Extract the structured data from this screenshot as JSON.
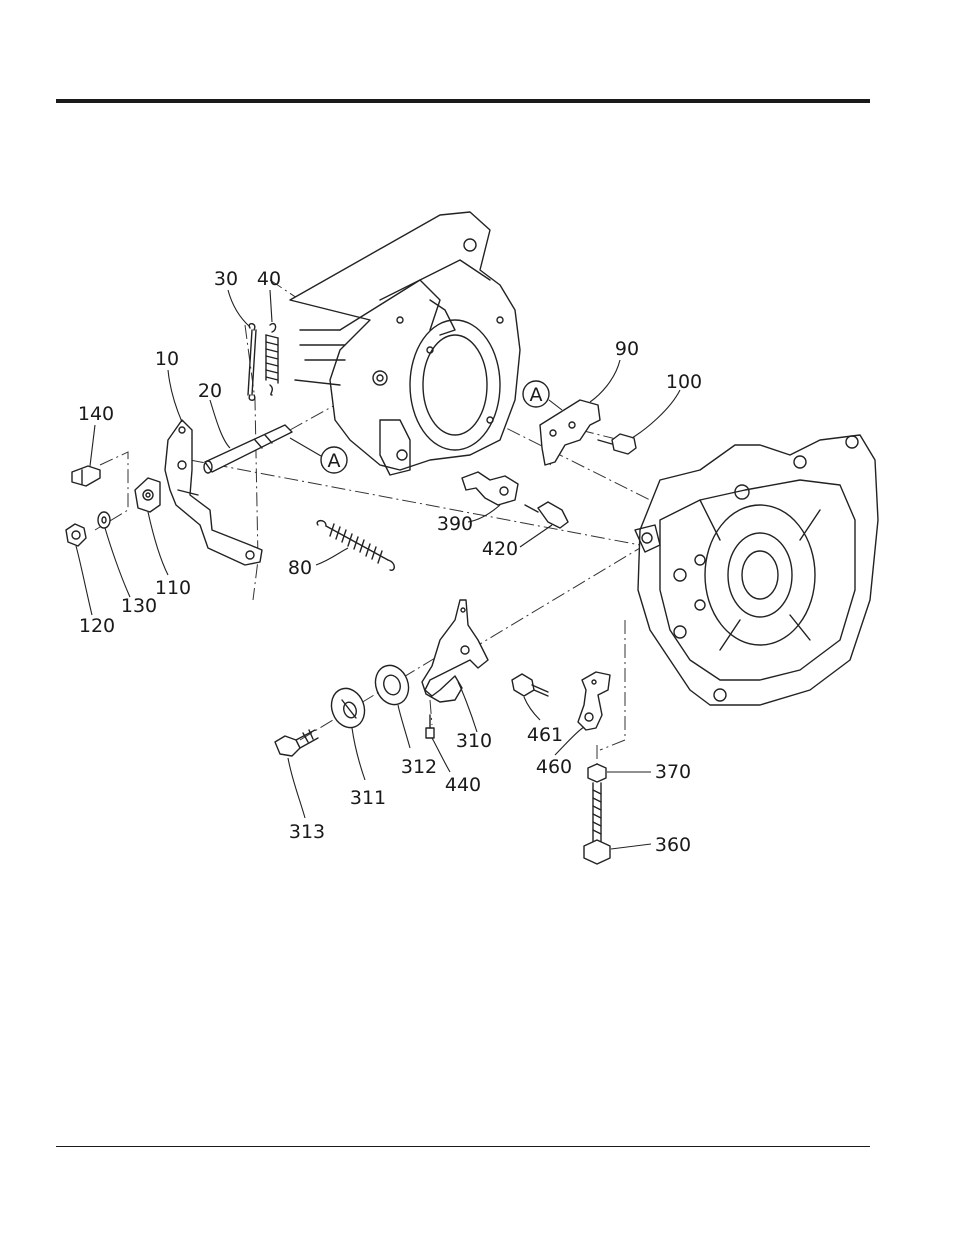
{
  "callouts": [
    {
      "id": "30",
      "text": "30"
    },
    {
      "id": "40",
      "text": "40"
    },
    {
      "id": "10",
      "text": "10"
    },
    {
      "id": "20",
      "text": "20"
    },
    {
      "id": "140",
      "text": "140"
    },
    {
      "id": "90",
      "text": "90"
    },
    {
      "id": "100",
      "text": "100"
    },
    {
      "id": "390",
      "text": "390"
    },
    {
      "id": "420",
      "text": "420"
    },
    {
      "id": "80",
      "text": "80"
    },
    {
      "id": "110",
      "text": "110"
    },
    {
      "id": "130",
      "text": "130"
    },
    {
      "id": "120",
      "text": "120"
    },
    {
      "id": "310",
      "text": "310"
    },
    {
      "id": "461",
      "text": "461"
    },
    {
      "id": "460",
      "text": "460"
    },
    {
      "id": "312",
      "text": "312"
    },
    {
      "id": "440",
      "text": "440"
    },
    {
      "id": "311",
      "text": "311"
    },
    {
      "id": "313",
      "text": "313"
    },
    {
      "id": "370",
      "text": "370"
    },
    {
      "id": "360",
      "text": "360"
    }
  ],
  "reference_markers": [
    {
      "id": "A1",
      "text": "A"
    },
    {
      "id": "A2",
      "text": "A"
    }
  ]
}
